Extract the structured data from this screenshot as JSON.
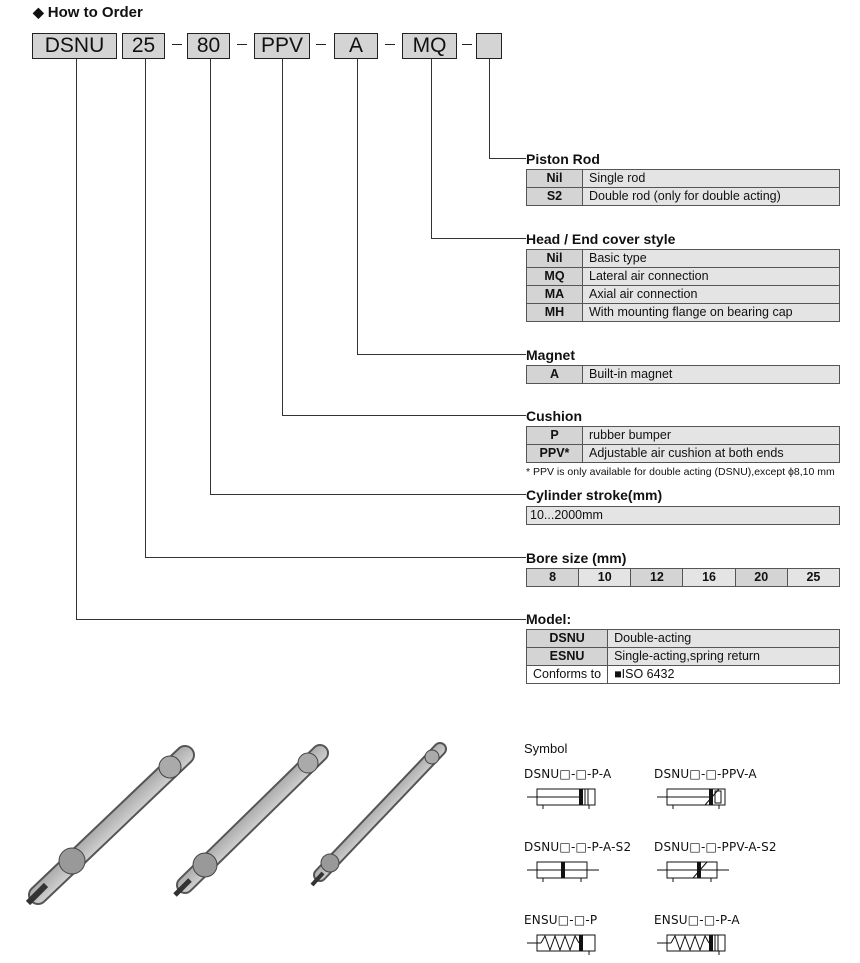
{
  "header": {
    "title": "How to Order"
  },
  "order_code": [
    "DSNU",
    "25",
    "80",
    "PPV",
    "A",
    "MQ",
    ""
  ],
  "sections": {
    "piston_rod": {
      "title": "Piston Rod",
      "rows": [
        {
          "code": "Nil",
          "desc": "Single rod"
        },
        {
          "code": "S2",
          "desc": "Double rod (only for double acting)"
        }
      ]
    },
    "cover_style": {
      "title": "Head / End  cover style",
      "rows": [
        {
          "code": "Nil",
          "desc": "Basic type"
        },
        {
          "code": "MQ",
          "desc": "Lateral air connection"
        },
        {
          "code": "MA",
          "desc": "Axial air connection"
        },
        {
          "code": "MH",
          "desc": "With mounting flange on bearing cap"
        }
      ]
    },
    "magnet": {
      "title": "Magnet",
      "rows": [
        {
          "code": "A",
          "desc": "Built-in magnet"
        }
      ]
    },
    "cushion": {
      "title": "Cushion",
      "rows": [
        {
          "code": "P",
          "desc": "rubber bumper"
        },
        {
          "code": "PPV*",
          "desc": "Adjustable air cushion at both ends"
        }
      ],
      "note": "* PPV is only available for double acting (DSNU),except ϕ8,10 mm"
    },
    "stroke": {
      "title": "Cylinder stroke(mm)",
      "value": "10...2000mm"
    },
    "bore": {
      "title": "Bore  size (mm)",
      "values": [
        "8",
        "10",
        "12",
        "16",
        "20",
        "25"
      ]
    },
    "model": {
      "title": "Model:",
      "rows": [
        {
          "code": "DSNU",
          "desc": "Double-acting"
        },
        {
          "code": "ESNU",
          "desc": "Single-acting,spring return"
        },
        {
          "code": "Conforms to",
          "desc": "■ISO 6432"
        }
      ]
    }
  },
  "symbols": {
    "title": "Symbol",
    "items": [
      {
        "label": "DSNU□-□-P-A"
      },
      {
        "label": "DSNU□-□-PPV-A"
      },
      {
        "label": "DSNU□-□-P-A-S2"
      },
      {
        "label": "DSNU□-□-PPV-A-S2"
      },
      {
        "label": "ENSU□-□-P"
      },
      {
        "label": "ENSU□-□-P-A"
      }
    ]
  }
}
